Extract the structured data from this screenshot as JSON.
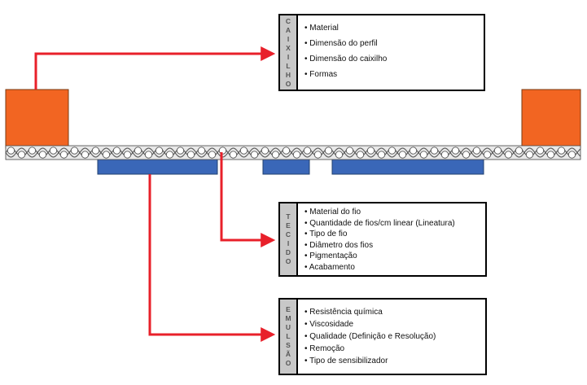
{
  "caixilho": {
    "tab_letters": [
      "C",
      "A",
      "I",
      "X",
      "I",
      "L",
      "H",
      "O"
    ],
    "items": [
      "• Material",
      "• Dimensão do perfil",
      "• Dimensão do caixilho",
      "• Formas"
    ]
  },
  "tecido": {
    "tab_letters": [
      "T",
      "E",
      "C",
      "I",
      "D",
      "O"
    ],
    "items": [
      "• Material do fio",
      "• Quantidade de fios/cm linear (Lineatura)",
      "• Tipo de fio",
      "• Diâmetro dos fios",
      "• Pigmentação",
      "• Acabamento"
    ]
  },
  "emulsao": {
    "tab_letters": [
      "E",
      "M",
      "U",
      "L",
      "S",
      "Ã",
      "O"
    ],
    "items": [
      "• Resistência química",
      "• Viscosidade",
      "• Qualidade (Definição e Resolução)",
      "• Remoção",
      "• Tipo de sensibilizador"
    ]
  },
  "colors": {
    "frame": "#f26522",
    "emulsion": "#3a67b8",
    "arrow": "#e8202a",
    "mesh_fill": "#e9e9e9",
    "tab": "#c8c8c8"
  }
}
